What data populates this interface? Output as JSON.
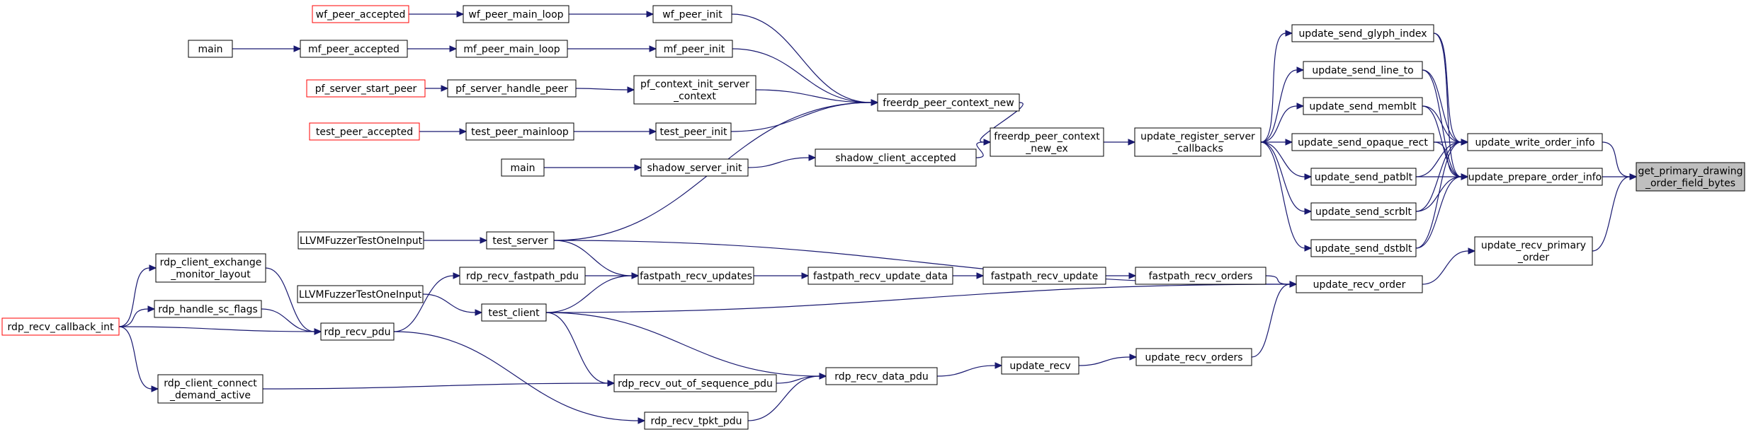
{
  "graph_title": "",
  "colors": {
    "edge": "#191970",
    "border": "#000000",
    "border_highlight": "#ff0000",
    "root_fill": "#bfbfbf",
    "node_fill": "#ffffff"
  },
  "nodes": [
    {
      "id": "wf_acc",
      "lines": [
        "wf_peer_accepted"
      ],
      "style": "red"
    },
    {
      "id": "wf_loop",
      "lines": [
        "wf_peer_main_loop"
      ]
    },
    {
      "id": "wf_init",
      "lines": [
        "wf_peer_init"
      ]
    },
    {
      "id": "main1",
      "lines": [
        "main"
      ]
    },
    {
      "id": "mf_acc",
      "lines": [
        "mf_peer_accepted"
      ]
    },
    {
      "id": "mf_loop",
      "lines": [
        "mf_peer_main_loop"
      ]
    },
    {
      "id": "mf_init",
      "lines": [
        "mf_peer_init"
      ]
    },
    {
      "id": "pf_start",
      "lines": [
        "pf_server_start_peer"
      ],
      "style": "red"
    },
    {
      "id": "pf_handle",
      "lines": [
        "pf_server_handle_peer"
      ]
    },
    {
      "id": "pf_ctx",
      "lines": [
        "pf_context_init_server",
        "_context"
      ]
    },
    {
      "id": "test_acc",
      "lines": [
        "test_peer_accepted"
      ],
      "style": "red"
    },
    {
      "id": "test_loop",
      "lines": [
        "test_peer_mainloop"
      ]
    },
    {
      "id": "test_init",
      "lines": [
        "test_peer_init"
      ]
    },
    {
      "id": "main2",
      "lines": [
        "main"
      ]
    },
    {
      "id": "shadow_init",
      "lines": [
        "shadow_server_init"
      ]
    },
    {
      "id": "shadow_acc",
      "lines": [
        "shadow_client_accepted"
      ]
    },
    {
      "id": "peer_ctx_new",
      "lines": [
        "freerdp_peer_context_new"
      ]
    },
    {
      "id": "peer_ctx_new_ex",
      "lines": [
        "freerdp_peer_context",
        "_new_ex"
      ]
    },
    {
      "id": "upd_reg",
      "lines": [
        "update_register_server",
        "_callbacks"
      ]
    },
    {
      "id": "send_glyph",
      "lines": [
        "update_send_glyph_index"
      ]
    },
    {
      "id": "send_line",
      "lines": [
        "update_send_line_to"
      ]
    },
    {
      "id": "send_memblt",
      "lines": [
        "update_send_memblt"
      ]
    },
    {
      "id": "send_opaque",
      "lines": [
        "update_send_opaque_rect"
      ]
    },
    {
      "id": "send_patblt",
      "lines": [
        "update_send_patblt"
      ]
    },
    {
      "id": "send_scrblt",
      "lines": [
        "update_send_scrblt"
      ]
    },
    {
      "id": "send_dstblt",
      "lines": [
        "update_send_dstblt"
      ]
    },
    {
      "id": "write_order",
      "lines": [
        "update_write_order_info"
      ]
    },
    {
      "id": "prep_order",
      "lines": [
        "update_prepare_order_info"
      ]
    },
    {
      "id": "root",
      "lines": [
        "get_primary_drawing",
        "_order_field_bytes"
      ],
      "style": "root"
    },
    {
      "id": "fuzz1",
      "lines": [
        "LLVMFuzzerTestOneInput"
      ]
    },
    {
      "id": "test_server",
      "lines": [
        "test_server"
      ]
    },
    {
      "id": "exch_mon",
      "lines": [
        "rdp_client_exchange",
        "_monitor_layout"
      ]
    },
    {
      "id": "recv_fp_pdu",
      "lines": [
        "rdp_recv_fastpath_pdu"
      ]
    },
    {
      "id": "fp_recv_upd",
      "lines": [
        "fastpath_recv_updates"
      ]
    },
    {
      "id": "fp_recv_upd_data",
      "lines": [
        "fastpath_recv_update_data"
      ]
    },
    {
      "id": "fp_recv_update",
      "lines": [
        "fastpath_recv_update"
      ]
    },
    {
      "id": "fp_recv_orders",
      "lines": [
        "fastpath_recv_orders"
      ]
    },
    {
      "id": "upd_recv_primary",
      "lines": [
        "update_recv_primary",
        "_order"
      ]
    },
    {
      "id": "upd_recv_order",
      "lines": [
        "update_recv_order"
      ]
    },
    {
      "id": "fuzz2",
      "lines": [
        "LLVMFuzzerTestOneInput"
      ]
    },
    {
      "id": "handle_sc",
      "lines": [
        "rdp_handle_sc_flags"
      ]
    },
    {
      "id": "recv_cb",
      "lines": [
        "rdp_recv_callback_int"
      ],
      "style": "red"
    },
    {
      "id": "recv_pdu",
      "lines": [
        "rdp_recv_pdu"
      ]
    },
    {
      "id": "test_client",
      "lines": [
        "test_client"
      ]
    },
    {
      "id": "demand",
      "lines": [
        "rdp_client_connect",
        "_demand_active"
      ]
    },
    {
      "id": "oos_pdu",
      "lines": [
        "rdp_recv_out_of_sequence_pdu"
      ]
    },
    {
      "id": "data_pdu",
      "lines": [
        "rdp_recv_data_pdu"
      ]
    },
    {
      "id": "upd_recv",
      "lines": [
        "update_recv"
      ]
    },
    {
      "id": "upd_recv_orders",
      "lines": [
        "update_recv_orders"
      ]
    },
    {
      "id": "tpkt_pdu",
      "lines": [
        "rdp_recv_tpkt_pdu"
      ]
    }
  ],
  "edges": [
    [
      "wf_acc",
      "wf_loop"
    ],
    [
      "wf_loop",
      "wf_init"
    ],
    [
      "wf_init",
      "peer_ctx_new"
    ],
    [
      "main1",
      "mf_acc"
    ],
    [
      "mf_acc",
      "mf_loop"
    ],
    [
      "mf_loop",
      "mf_init"
    ],
    [
      "mf_init",
      "peer_ctx_new"
    ],
    [
      "pf_start",
      "pf_handle"
    ],
    [
      "pf_handle",
      "pf_ctx"
    ],
    [
      "pf_ctx",
      "peer_ctx_new"
    ],
    [
      "test_acc",
      "test_loop"
    ],
    [
      "test_loop",
      "test_init"
    ],
    [
      "test_init",
      "peer_ctx_new"
    ],
    [
      "main2",
      "shadow_init"
    ],
    [
      "shadow_init",
      "shadow_acc"
    ],
    [
      "shadow_acc",
      "peer_ctx_new_ex"
    ],
    [
      "test_server",
      "peer_ctx_new"
    ],
    [
      "peer_ctx_new",
      "peer_ctx_new_ex"
    ],
    [
      "peer_ctx_new_ex",
      "upd_reg"
    ],
    [
      "upd_reg",
      "send_glyph"
    ],
    [
      "upd_reg",
      "send_line"
    ],
    [
      "upd_reg",
      "send_memblt"
    ],
    [
      "upd_reg",
      "send_opaque"
    ],
    [
      "upd_reg",
      "send_patblt"
    ],
    [
      "upd_reg",
      "send_scrblt"
    ],
    [
      "upd_reg",
      "send_dstblt"
    ],
    [
      "send_glyph",
      "write_order"
    ],
    [
      "send_line",
      "write_order"
    ],
    [
      "send_memblt",
      "write_order"
    ],
    [
      "send_opaque",
      "write_order"
    ],
    [
      "send_patblt",
      "write_order"
    ],
    [
      "send_scrblt",
      "write_order"
    ],
    [
      "send_dstblt",
      "write_order"
    ],
    [
      "send_glyph",
      "prep_order"
    ],
    [
      "send_line",
      "prep_order"
    ],
    [
      "send_memblt",
      "prep_order"
    ],
    [
      "send_opaque",
      "prep_order"
    ],
    [
      "send_patblt",
      "prep_order"
    ],
    [
      "send_scrblt",
      "prep_order"
    ],
    [
      "send_dstblt",
      "prep_order"
    ],
    [
      "write_order",
      "root"
    ],
    [
      "prep_order",
      "root"
    ],
    [
      "upd_recv_primary",
      "root"
    ],
    [
      "upd_recv_order",
      "upd_recv_primary"
    ],
    [
      "fuzz1",
      "test_server"
    ],
    [
      "test_server",
      "fp_recv_upd"
    ],
    [
      "test_server",
      "upd_recv_order"
    ],
    [
      "recv_fp_pdu",
      "fp_recv_upd"
    ],
    [
      "fp_recv_upd",
      "fp_recv_upd_data"
    ],
    [
      "fp_recv_upd_data",
      "fp_recv_update"
    ],
    [
      "fp_recv_update",
      "fp_recv_orders"
    ],
    [
      "fp_recv_orders",
      "upd_recv_order"
    ],
    [
      "test_client",
      "fp_recv_upd"
    ],
    [
      "test_client",
      "upd_recv_order"
    ],
    [
      "test_client",
      "oos_pdu"
    ],
    [
      "test_client",
      "data_pdu"
    ],
    [
      "fuzz2",
      "test_client"
    ],
    [
      "recv_cb",
      "exch_mon"
    ],
    [
      "recv_cb",
      "handle_sc"
    ],
    [
      "recv_cb",
      "recv_pdu"
    ],
    [
      "recv_cb",
      "demand"
    ],
    [
      "exch_mon",
      "recv_pdu"
    ],
    [
      "handle_sc",
      "recv_pdu"
    ],
    [
      "recv_pdu",
      "recv_fp_pdu"
    ],
    [
      "recv_pdu",
      "tpkt_pdu"
    ],
    [
      "demand",
      "oos_pdu"
    ],
    [
      "oos_pdu",
      "data_pdu"
    ],
    [
      "tpkt_pdu",
      "data_pdu"
    ],
    [
      "data_pdu",
      "upd_recv"
    ],
    [
      "upd_recv",
      "upd_recv_orders"
    ],
    [
      "upd_recv_orders",
      "upd_recv_order"
    ]
  ]
}
